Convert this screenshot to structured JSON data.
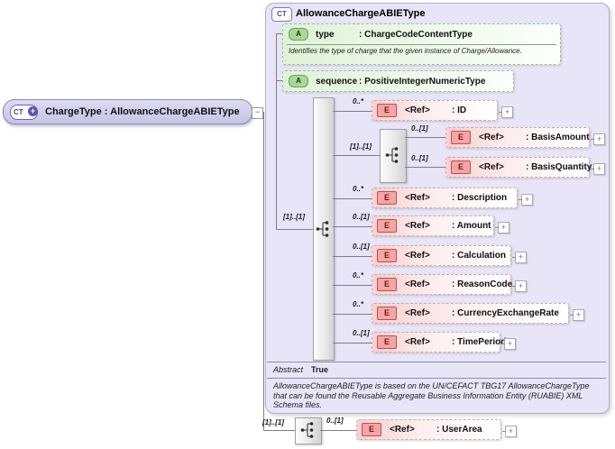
{
  "node": {
    "type_icon": "CT",
    "plus_icon": "+",
    "label": "ChargeType : AllowanceChargeABIEType",
    "collapse_icon": "−"
  },
  "box": {
    "type_icon": "CT",
    "title": "AllowanceChargeABIEType",
    "attributes": [
      {
        "icon": "A",
        "name": "type",
        "type": ": ChargeCodeContentType",
        "annotation": "Identifies the type of charge that the given instance of Charge/Allowance."
      },
      {
        "icon": "A",
        "name": "sequence",
        "type": ": PositiveIntegerNumericType"
      }
    ],
    "abstract_label": "Abstract",
    "abstract_value": "True",
    "annotation": "AllowanceChargeABIEType is based on the UN/CEFACT TBG17 AllowanceChargeType that can be found the Reusable Aggregate Business Information Entity (RUABIE) XML Schema files."
  },
  "compositors": {
    "main_cardinality": "[1]..[1]",
    "inner_cardinality": "[1]..[1]",
    "bottom_cardinality": "[1]..[1]"
  },
  "element_icon": "E",
  "element_ref": "<Ref>",
  "expand_icon": "+",
  "elements": [
    {
      "cardinality": "0..*",
      "name": ": ID"
    },
    {
      "cardinality": "0..[1]",
      "name": ": BasisAmount"
    },
    {
      "cardinality": "0..[1]",
      "name": ": BasisQuantity"
    },
    {
      "cardinality": "0..*",
      "name": ": Description"
    },
    {
      "cardinality": "0..[1]",
      "name": ": Amount"
    },
    {
      "cardinality": "0..[1]",
      "name": ": Calculation"
    },
    {
      "cardinality": "0..*",
      "name": ": ReasonCode"
    },
    {
      "cardinality": "0..*",
      "name": ": CurrencyExchangeRate"
    },
    {
      "cardinality": "0..[1]",
      "name": ": TimePeriod"
    },
    {
      "cardinality": "0..[1]",
      "name": ": UserArea"
    }
  ],
  "colors": {
    "box_fill": "#e7e5f7",
    "node_fill": "#cfcbe9",
    "attribute_fill": "#def3d6",
    "element_fill": "#f8d0d0",
    "accent_purple": "#5b58b0",
    "element_red": "#c24c4c",
    "attribute_green": "#6f9f5f"
  }
}
